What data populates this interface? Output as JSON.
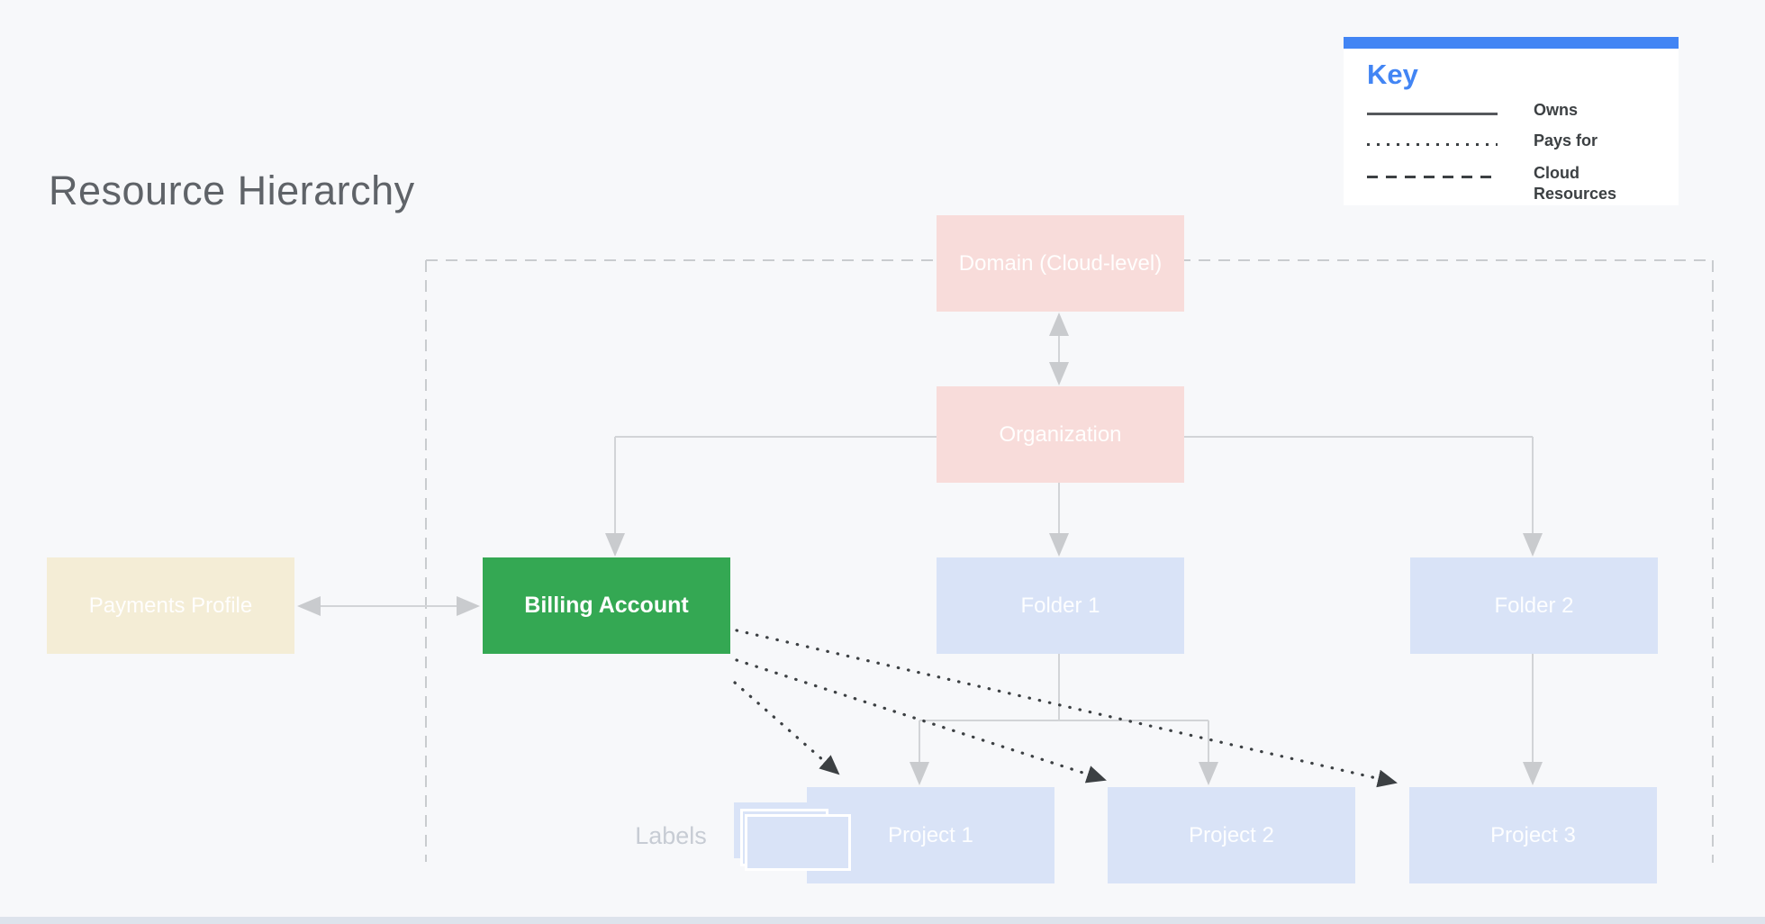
{
  "title": "Resource Hierarchy",
  "key": {
    "title": "Key",
    "items": [
      {
        "style": "solid",
        "label": "Owns"
      },
      {
        "style": "dotted",
        "label": "Pays for"
      },
      {
        "style": "dashed",
        "label": "Cloud Resources"
      }
    ]
  },
  "nodes": {
    "domain": {
      "label": "Domain (Cloud-level)",
      "color": "#f8dcda"
    },
    "organization": {
      "label": "Organization",
      "color": "#f8dcda"
    },
    "payments_profile": {
      "label": "Payments Profile",
      "color": "#f4edd6"
    },
    "billing_account": {
      "label": "Billing Account",
      "color": "#34a853"
    },
    "folder1": {
      "label": "Folder 1",
      "color": "#d9e3f7"
    },
    "folder2": {
      "label": "Folder 2",
      "color": "#d9e3f7"
    },
    "project1": {
      "label": "Project 1",
      "color": "#d9e3f7"
    },
    "project2": {
      "label": "Project 2",
      "color": "#d9e3f7"
    },
    "project3": {
      "label": "Project 3",
      "color": "#d9e3f7"
    }
  },
  "annotations": {
    "labels_caption": "Labels"
  },
  "colors": {
    "background": "#f7f8fa",
    "accent_blue": "#4285f4",
    "owns_line": "#d2d4d7",
    "pays_for_line": "#3c4043",
    "cloud_boundary_dash": "#c9cccf",
    "title_text": "#5f6368"
  }
}
